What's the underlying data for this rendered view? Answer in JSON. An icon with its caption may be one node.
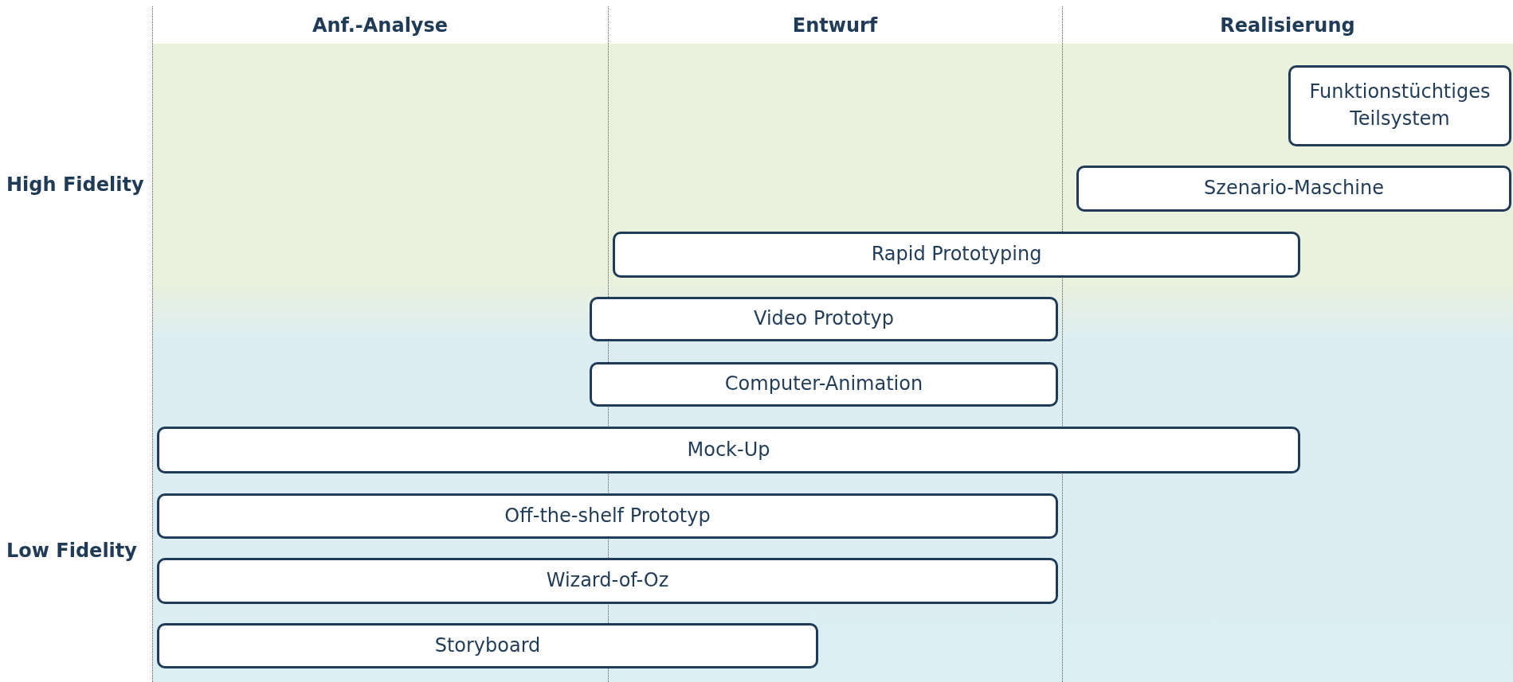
{
  "diagram": {
    "nodes": [
      {
        "text": [
          "Funktionstüchtiges Teilsystem"
        ]
      },
      {
        "text": [
          "Szenario-Maschine"
        ]
      },
      {
        "text": [
          "Rapid Prototyping"
        ]
      },
      {
        "text": [
          "Video Prototyp"
        ]
      },
      {
        "text": [
          "Computer-Animation"
        ]
      },
      {
        "text": [
          "Mock-Up"
        ]
      },
      {
        "text": [
          "Off-the-shelf Prototyp"
        ]
      },
      {
        "text": [
          "Wizard-of-Oz"
        ]
      },
      {
        "text": [
          "Storyboard"
        ]
      }
    ],
    "edges": [],
    "labels": [
      "Anf.-Analyse",
      "Entwurf",
      "Realisierung",
      "High Fidelity",
      "Low Fidelity"
    ]
  }
}
